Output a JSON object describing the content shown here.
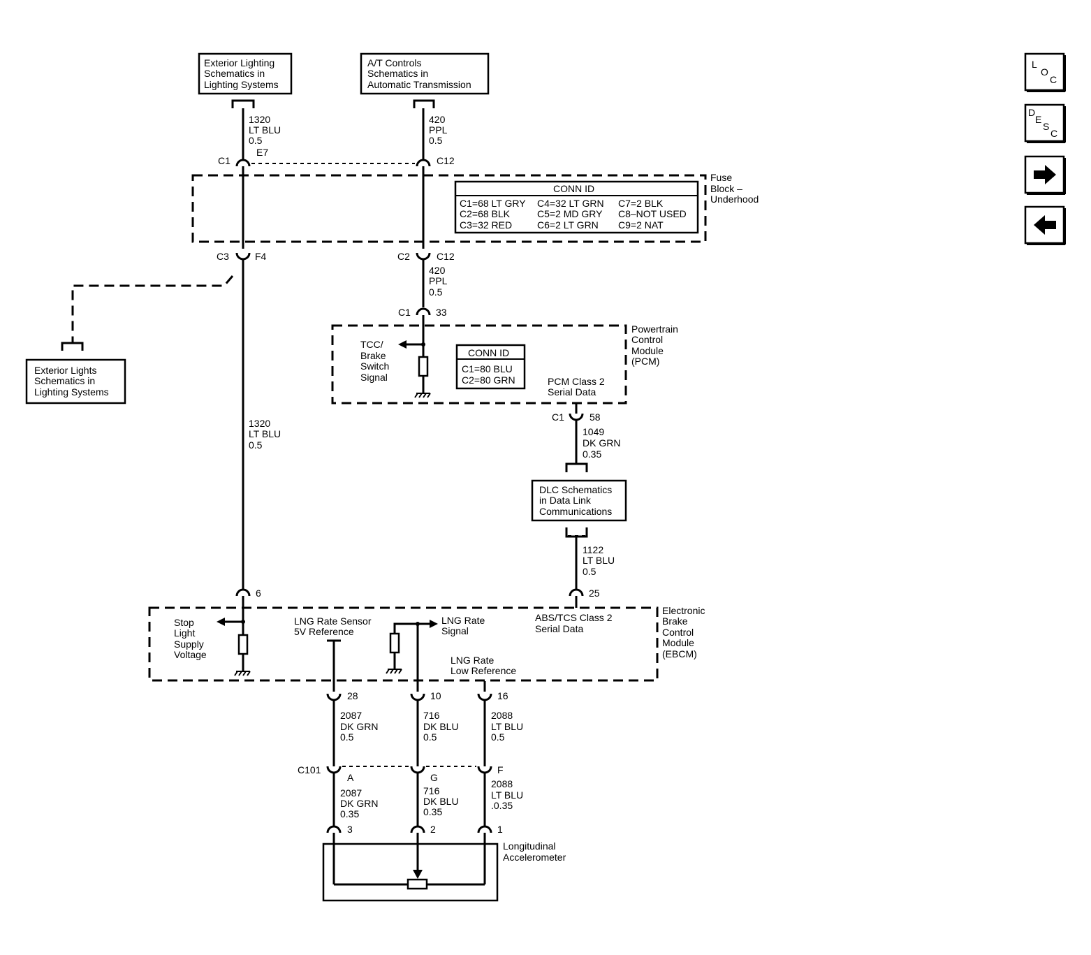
{
  "ref_boxes": {
    "ext_lighting_top": [
      "Exterior Lighting",
      "Schematics in",
      "Lighting Systems"
    ],
    "at_controls": [
      "A/T Controls",
      "Schematics in",
      "Automatic Transmission"
    ],
    "ext_lights_left": [
      "Exterior Lights",
      "Schematics in",
      "Lighting Systems"
    ],
    "dlc": [
      "DLC Schematics",
      "in Data Link",
      "Communications"
    ]
  },
  "wires": {
    "w1320_top": [
      "1320",
      "LT BLU",
      "0.5"
    ],
    "w420_top": [
      "420",
      "PPL",
      "0.5"
    ],
    "w420_mid": [
      "420",
      "PPL",
      "0.5"
    ],
    "w1320_mid": [
      "1320",
      "LT BLU",
      "0.5"
    ],
    "w1049": [
      "1049",
      "DK GRN",
      "0.35"
    ],
    "w1122": [
      "1122",
      "LT BLU",
      "0.5"
    ],
    "w2087_a": [
      "2087",
      "DK GRN",
      "0.5"
    ],
    "w716_a": [
      "716",
      "DK BLU",
      "0.5"
    ],
    "w2088_a": [
      "2088",
      "LT BLU",
      "0.5"
    ],
    "w2087_b": [
      "2087",
      "DK GRN",
      "0.35"
    ],
    "w716_b": [
      "716",
      "DK BLU",
      "0.35"
    ],
    "w2088_b": [
      "2088",
      "LT BLU",
      ".0.35"
    ]
  },
  "connectors": {
    "c1": "C1",
    "e7": "E7",
    "c12_top": "C12",
    "c3": "C3",
    "f4": "F4",
    "c2": "C2",
    "c12_mid": "C12",
    "c1_pcm": "C1",
    "p33": "33",
    "c1_58": "C1",
    "p58": "58",
    "p6": "6",
    "p25": "25",
    "p28": "28",
    "p10": "10",
    "p16": "16",
    "c101": "C101",
    "pa": "A",
    "pg": "G",
    "pf": "F",
    "p3": "3",
    "p2": "2",
    "p1": "1"
  },
  "fuse_block": {
    "label": [
      "Fuse",
      "Block –",
      "Underhood"
    ],
    "conn_title": "CONN ID",
    "conn_rows": [
      [
        "C1=68 LT GRY",
        "C4=32 LT GRN",
        "C7=2 BLK"
      ],
      [
        "C2=68 BLK",
        "C5=2 MD GRY",
        "C8–NOT USED"
      ],
      [
        "C3=32 RED",
        "C6=2 LT GRN",
        "C9=2 NAT"
      ]
    ]
  },
  "pcm": {
    "label": [
      "Powertrain",
      "Control",
      "Module",
      "(PCM)"
    ],
    "conn_title": "CONN ID",
    "conn_rows": [
      "C1=80 BLU",
      "C2=80 GRN"
    ],
    "tcc_signal": [
      "TCC/",
      "Brake",
      "Switch",
      "Signal"
    ],
    "class2": [
      "PCM Class 2",
      "Serial Data"
    ]
  },
  "ebcm": {
    "label": [
      "Electronic",
      "Brake",
      "Control",
      "Module",
      "(EBCM)"
    ],
    "stop_light": [
      "Stop",
      "Light",
      "Supply",
      "Voltage"
    ],
    "lng_ref": [
      "LNG Rate Sensor",
      "5V Reference"
    ],
    "lng_signal": [
      "LNG Rate",
      "Signal"
    ],
    "lng_low": [
      "LNG Rate",
      "Low Reference"
    ],
    "abs_tcs": [
      "ABS/TCS Class 2",
      "Serial Data"
    ]
  },
  "accelerometer": {
    "label": [
      "Longitudinal",
      "Accelerometer"
    ]
  },
  "nav": {
    "loc": [
      "L",
      "O",
      "C"
    ],
    "desc": [
      "D",
      "E",
      "S",
      "C"
    ],
    "next_icon": "arrow-right-icon",
    "prev_icon": "arrow-left-icon"
  }
}
